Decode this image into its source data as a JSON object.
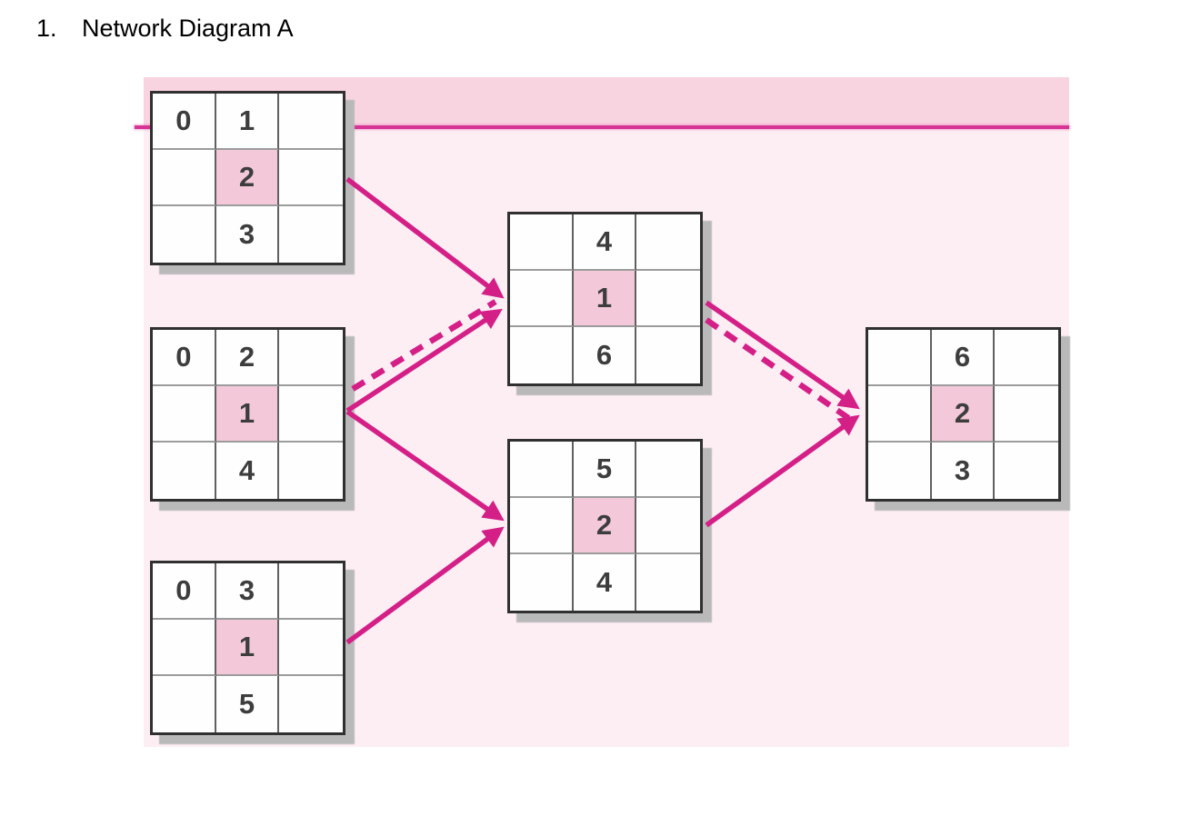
{
  "title": {
    "number": "1.",
    "text": "Network Diagram A"
  },
  "colors": {
    "accent": "#d41f87",
    "line": "#d63494",
    "band": "#f8d3e0",
    "board_bg": "#fdeef4",
    "shaded": "#f3c8d9",
    "border": "#303030",
    "grid_v": "#606060",
    "grid_h": "#9c9c9c",
    "shadow": "#b9b9b9",
    "number": "#3d3d3d",
    "title_color": "#000000"
  },
  "diagram": {
    "description": "Activity-node network diagram; each node is a 3x3 grid, center cell (shaded) holds duration",
    "nodes": [
      {
        "id": "node-1",
        "grid": [
          [
            "0",
            "1",
            ""
          ],
          [
            "",
            "2",
            ""
          ],
          [
            "",
            "3",
            ""
          ]
        ]
      },
      {
        "id": "node-2",
        "grid": [
          [
            "0",
            "2",
            ""
          ],
          [
            "",
            "1",
            ""
          ],
          [
            "",
            "4",
            ""
          ]
        ]
      },
      {
        "id": "node-3",
        "grid": [
          [
            "0",
            "3",
            ""
          ],
          [
            "",
            "1",
            ""
          ],
          [
            "",
            "5",
            ""
          ]
        ]
      },
      {
        "id": "node-4",
        "grid": [
          [
            "",
            "4",
            ""
          ],
          [
            "",
            "1",
            ""
          ],
          [
            "",
            "6",
            ""
          ]
        ]
      },
      {
        "id": "node-5",
        "grid": [
          [
            "",
            "5",
            ""
          ],
          [
            "",
            "2",
            ""
          ],
          [
            "",
            "4",
            ""
          ]
        ]
      },
      {
        "id": "node-6",
        "grid": [
          [
            "",
            "6",
            ""
          ],
          [
            "",
            "2",
            ""
          ],
          [
            "",
            "3",
            ""
          ]
        ]
      }
    ],
    "edges": [
      {
        "from": "node-1",
        "to": "node-4",
        "style": "solid"
      },
      {
        "from": "node-2",
        "to": "node-4",
        "style": "dashed"
      },
      {
        "from": "node-2",
        "to": "node-4",
        "style": "solid"
      },
      {
        "from": "node-2",
        "to": "node-5",
        "style": "solid"
      },
      {
        "from": "node-3",
        "to": "node-5",
        "style": "solid"
      },
      {
        "from": "node-4",
        "to": "node-6",
        "style": "solid"
      },
      {
        "from": "node-4",
        "to": "node-6",
        "style": "dashed"
      },
      {
        "from": "node-5",
        "to": "node-6",
        "style": "solid"
      }
    ]
  }
}
